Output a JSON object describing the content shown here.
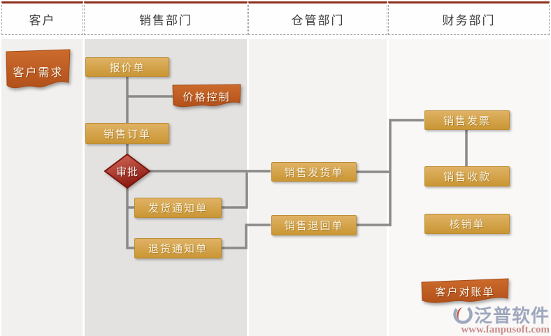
{
  "header": {
    "lanes": [
      {
        "label": "客户"
      },
      {
        "label": "销售部门"
      },
      {
        "label": "仓管部门"
      },
      {
        "label": "财务部门"
      }
    ]
  },
  "nodes": {
    "customer_need": {
      "label": "客户需求"
    },
    "quotation": {
      "label": "报价单"
    },
    "price_control": {
      "label": "价格控制"
    },
    "sales_order": {
      "label": "销售订单"
    },
    "approval": {
      "label": "审批"
    },
    "delivery_notice": {
      "label": "发货通知单"
    },
    "return_notice": {
      "label": "退货通知单"
    },
    "sales_delivery": {
      "label": "销售发货单"
    },
    "sales_return": {
      "label": "销售退回单"
    },
    "sales_invoice": {
      "label": "销售发票"
    },
    "sales_receipt": {
      "label": "销售收款"
    },
    "write_off": {
      "label": "核销单"
    },
    "customer_statement": {
      "label": "客户对账单"
    }
  },
  "watermark": {
    "brand": "泛普软件",
    "website": "www.fanpusoft.com"
  },
  "colors": {
    "header_top_border": "#8E2E1B",
    "gold_box": "#CF9E42",
    "dark_orange_box": "#BE5B20",
    "decision_red": "#A32318",
    "connector_gray": "#8A8988",
    "sales_lane_bg": "#E3E2E0",
    "brand_blue_gray": "#9DA7BD",
    "website_red": "#C98C8C"
  }
}
